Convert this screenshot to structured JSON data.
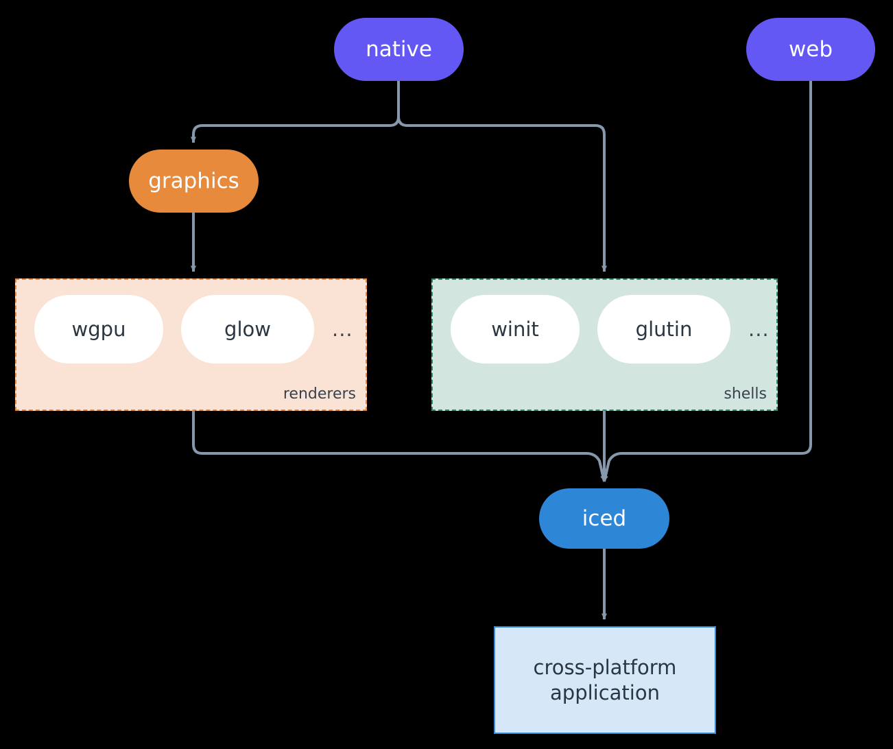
{
  "diagram": {
    "type": "architecture-flow",
    "background": "#000000",
    "edge_color": "#8699AC",
    "nodes": {
      "native": {
        "label": "native",
        "color": "#6458F5",
        "shape": "pill",
        "text_color": "#ffffff"
      },
      "web": {
        "label": "web",
        "color": "#6458F5",
        "shape": "pill",
        "text_color": "#ffffff"
      },
      "graphics": {
        "label": "graphics",
        "color": "#E78A3C",
        "shape": "pill",
        "text_color": "#ffffff"
      },
      "iced": {
        "label": "iced",
        "color": "#2E86D6",
        "shape": "pill",
        "text_color": "#ffffff"
      },
      "application": {
        "line1": "cross-platform",
        "line2": "application",
        "fill": "#D6E8F8",
        "border": "#3B8CD4",
        "text_color": "#2A3642"
      }
    },
    "groups": {
      "renderers": {
        "label": "renderers",
        "fill": "#FAE3D4",
        "border": "#ED8936",
        "items": [
          {
            "label": "wgpu"
          },
          {
            "label": "glow"
          }
        ],
        "ellipsis": "..."
      },
      "shells": {
        "label": "shells",
        "fill": "#D3E5DF",
        "border": "#2F8A72",
        "items": [
          {
            "label": "winit"
          },
          {
            "label": "glutin"
          }
        ],
        "ellipsis": "..."
      }
    },
    "edges": [
      {
        "from": "native",
        "to": "graphics",
        "arrow": true
      },
      {
        "from": "native",
        "to": "shells",
        "arrow": true
      },
      {
        "from": "graphics",
        "to": "renderers",
        "arrow": true
      },
      {
        "from": "renderers",
        "to": "iced",
        "arrow": true
      },
      {
        "from": "shells",
        "to": "iced",
        "arrow": true
      },
      {
        "from": "web",
        "to": "iced",
        "arrow": true
      },
      {
        "from": "iced",
        "to": "application",
        "arrow": true
      }
    ]
  }
}
